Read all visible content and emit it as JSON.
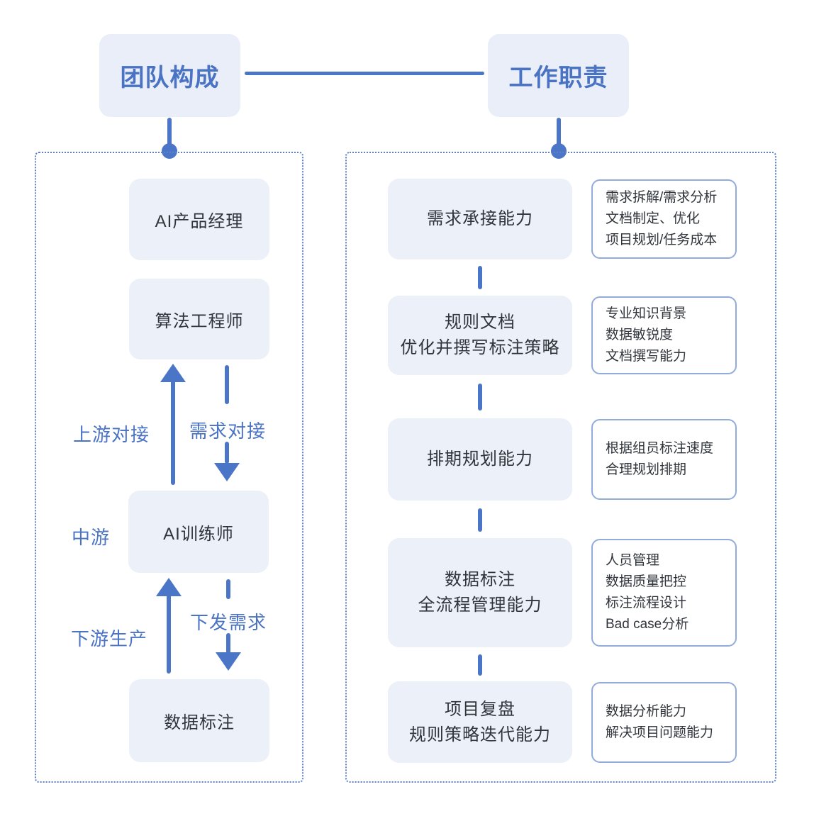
{
  "colors": {
    "accent": "#4B76C8",
    "accent_text": "#4A73C4",
    "box_fill": "#ECF0F9",
    "dotted_border": "#5C80CC",
    "side_box_border": "#91ABDC",
    "dark_text": "#30343B"
  },
  "headers": {
    "team": "团队构成",
    "duties": "工作职责"
  },
  "team_column": {
    "members": [
      "AI产品经理",
      "算法工程师",
      "AI训练师",
      "数据标注"
    ],
    "labels": {
      "upstream": "上游对接",
      "demand_link": "需求对接",
      "midstream": "中游",
      "downstream": "下游生产",
      "dispatch": "下发需求"
    }
  },
  "duties_column": {
    "rows": [
      {
        "main_lines": [
          "需求承接能力"
        ],
        "side_lines": [
          "需求拆解/需求分析",
          "文档制定、优化",
          "项目规划/任务成本"
        ]
      },
      {
        "main_lines": [
          "规则文档",
          "优化并撰写标注策略"
        ],
        "side_lines": [
          "专业知识背景",
          "数据敏锐度",
          "文档撰写能力"
        ]
      },
      {
        "main_lines": [
          "排期规划能力"
        ],
        "side_lines": [
          "根据组员标注速度",
          "合理规划排期"
        ]
      },
      {
        "main_lines": [
          "数据标注",
          "全流程管理能力"
        ],
        "side_lines": [
          "人员管理",
          "数据质量把控",
          "标注流程设计",
          "Bad case分析"
        ]
      },
      {
        "main_lines": [
          "项目复盘",
          "规则策略迭代能力"
        ],
        "side_lines": [
          "数据分析能力",
          "解决项目问题能力"
        ]
      }
    ]
  }
}
